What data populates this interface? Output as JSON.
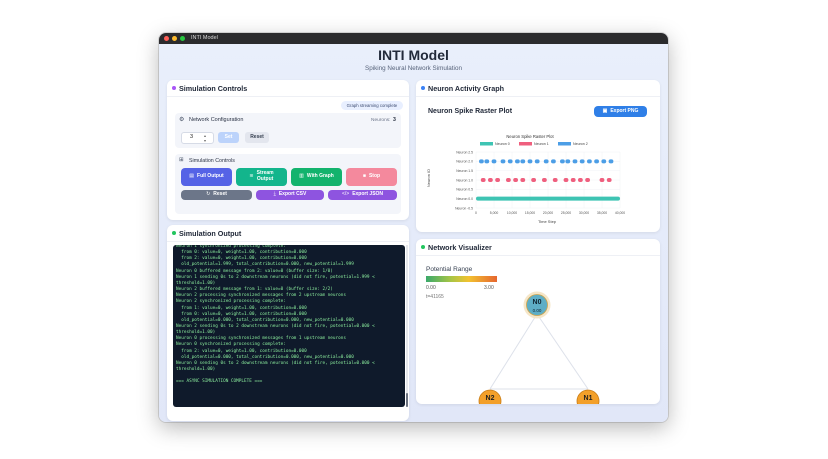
{
  "window": {
    "title": "INTI Model"
  },
  "header": {
    "title": "INTI Model",
    "subtitle": "Spiking Neural Network Simulation"
  },
  "controls": {
    "title": "Simulation Controls",
    "status_badge": "Graph streaming complete",
    "network_config": {
      "title": "Network Configuration",
      "neurons_label": "Neurons:",
      "neurons_value": "3",
      "stepper_value": "3",
      "set_label": "Set",
      "reset_label": "Reset"
    },
    "sim": {
      "title": "Simulation Controls",
      "buttons": [
        {
          "label": "Full Output",
          "icon": "▤",
          "color": "#5563e6"
        },
        {
          "label": "Stream\nOutput",
          "icon": "≋",
          "color": "#13b58c"
        },
        {
          "label": "With Graph",
          "icon": "▥",
          "color": "#13b36d"
        },
        {
          "label": "Stop",
          "icon": "■",
          "color": "#f4899d"
        }
      ],
      "reset_label": "Reset",
      "export_csv_label": "Export CSV",
      "export_json_label": "Export JSON",
      "reset_color": "#6c7689",
      "export_color": "#8e54e0"
    }
  },
  "output": {
    "title": "Simulation Output",
    "lines": [
      "Neuron 1 synchronized processing complete:",
      "  from 0: value=0, weight=1.00, contribution=0.000",
      "  from 2: value=0, weight=1.00, contribution=0.000",
      "  old_potential=1.999, total_contribution=0.000, new_potential=1.999",
      "Neuron 0 buffered message from 2: value=0 (buffer size: 1/0)",
      "Neuron 1 sending 0s to 2 downstream neurons (did not fire, potential=1.999 <",
      "threshold=1.00)",
      "Neuron 2 buffered message from 1: value=0 (buffer size: 2/2)",
      "Neuron 2 processing synchronized messages from 2 upstream neurons",
      "Neuron 2 synchronized processing complete:",
      "  from 1: value=0, weight=1.00, contribution=0.000",
      "  from 0: value=0, weight=1.00, contribution=0.000",
      "  old_potential=0.000, total_contribution=0.000, new_potential=0.000",
      "Neuron 2 sending 0s to 2 downstream neurons (did not fire, potential=0.000 <",
      "threshold=1.00)",
      "Neuron 0 processing synchronized messages from 1 upstream neurons",
      "Neuron 0 synchronized processing complete:",
      "  from 2: value=0, weight=1.00, contribution=0.000",
      "  old_potential=0.000, total_contribution=0.000, new_potential=0.000",
      "Neuron 0 sending 0s to 2 downstream neurons (did not fire, potential=0.000 <",
      "threshold=1.00)",
      "",
      "=== ASYNC SIMULATION COMPLETE ==="
    ]
  },
  "activity": {
    "title": "Neuron Activity Graph",
    "raster_title": "Neuron Spike Raster Plot",
    "export_label": "Export PNG"
  },
  "chart_data": {
    "type": "scatter",
    "title": "Neuron Spike Raster Plot",
    "xlabel": "Time Step",
    "ylabel": "Neuron ID",
    "xlim": [
      0,
      40000
    ],
    "ylim": [
      -0.5,
      2.5
    ],
    "x_ticks": [
      "0",
      "5,000",
      "10,000",
      "15,000",
      "20,000",
      "25,000",
      "30,000",
      "35,000",
      "40,000"
    ],
    "y_ticks": [
      "Neuron 2.5",
      "Neuron 2.0",
      "Neuron 1.5",
      "Neuron 1.0",
      "Neuron 0.5",
      "Neuron 0.0",
      "Neuron -0.5"
    ],
    "legend_position": "top",
    "series": [
      {
        "name": "Neuron 0",
        "color": "#3ec4b3",
        "y": 0,
        "style": "band",
        "x_start": 0,
        "x_end": 40000
      },
      {
        "name": "Neuron 1",
        "color": "#ef5f7e",
        "y": 1,
        "style": "points",
        "x": [
          2000,
          4000,
          6000,
          9000,
          11000,
          13000,
          16000,
          19000,
          22000,
          25000,
          27000,
          29000,
          31000,
          35000,
          37000
        ]
      },
      {
        "name": "Neuron 2",
        "color": "#4c9ee6",
        "y": 2,
        "style": "points",
        "x": [
          1500,
          3000,
          5000,
          7500,
          9500,
          11500,
          13000,
          15000,
          17000,
          19500,
          21500,
          24000,
          25500,
          27500,
          29500,
          31500,
          33500,
          35500,
          37500
        ]
      }
    ]
  },
  "visualizer": {
    "title": "Network Visualizer",
    "legend_title": "Potential Range",
    "range_min": "0.00",
    "range_max": "3.00",
    "time": "t=41165",
    "nodes": [
      {
        "label": "N0",
        "value": "0.00"
      },
      {
        "label": "N2",
        "value": ""
      },
      {
        "label": "N1",
        "value": ""
      }
    ]
  }
}
